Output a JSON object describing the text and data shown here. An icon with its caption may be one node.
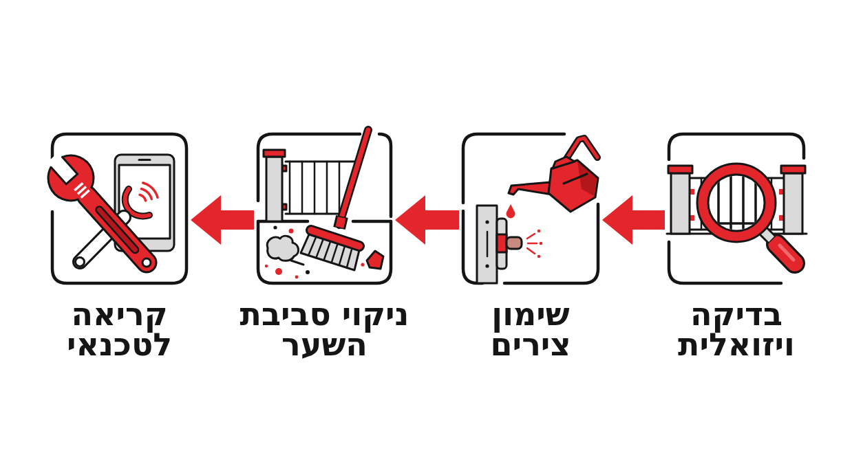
{
  "diagram": {
    "nodes": [
      {
        "text": [
          "בדיקה ויזואלית"
        ]
      },
      {
        "text": [
          "שימון צירים"
        ]
      },
      {
        "text": [
          "ניקוי סביבת השער"
        ]
      },
      {
        "text": [
          "קריאה לטכנאי"
        ]
      }
    ],
    "edges": [
      {
        "from": 0,
        "to": 1,
        "arrow": "to"
      },
      {
        "from": 1,
        "to": 2,
        "arrow": "to"
      },
      {
        "from": 2,
        "to": 3,
        "arrow": "to"
      }
    ]
  }
}
